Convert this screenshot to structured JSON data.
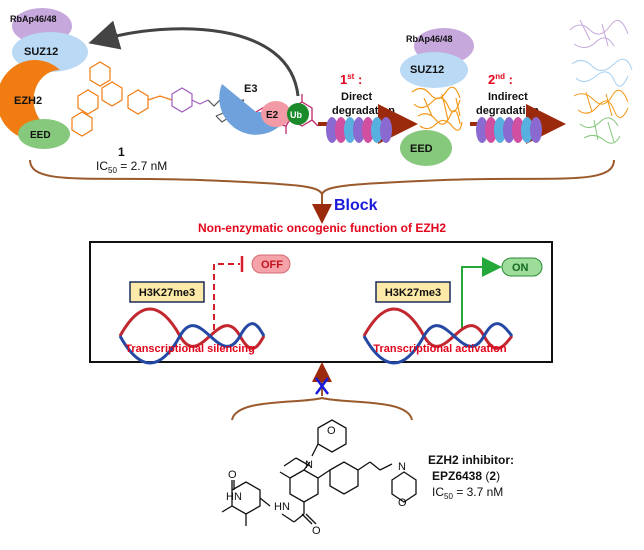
{
  "complex": {
    "rbap": "RbAp46/48",
    "suz12": "SUZ12",
    "ezh2": "EZH2",
    "eed": "EED",
    "e3": "E3",
    "e2": "E2",
    "ub": "Ub",
    "compound_number": "1",
    "ic50_prefix": "IC",
    "ic50_sub": "50",
    "ic50_value": " = 2.7 nM"
  },
  "steps": {
    "first_ord": "1",
    "first_sup": "st",
    "first_colon": " :",
    "first_l1": "Direct",
    "first_l2": "degradation",
    "second_ord": "2",
    "second_sup": "nd",
    "second_colon": " :",
    "second_l1": "Indirect",
    "second_l2": "degradation",
    "rbap2": "RbAp46/48",
    "suz12_2": "SUZ12",
    "eed2": "EED"
  },
  "block_label": "Block",
  "function_title": "Non-enzymatic oncogenic function of EZH2",
  "left_panel": {
    "mark": "H3K27me3",
    "state": "OFF",
    "caption": "Transcriptional silencing"
  },
  "right_panel": {
    "mark": "H3K27me3",
    "state": "ON",
    "caption": "Transcriptional activation"
  },
  "inhibitor": {
    "line1": "EZH2 inhibitor:",
    "name": "EPZ6438",
    "num_open": " (",
    "num": "2",
    "num_close": ")",
    "ic50_prefix": "IC",
    "ic50_sub": "50",
    "ic50_value": " = 3.7 nM",
    "atoms": {
      "n1": "N",
      "nh": "HN",
      "o1": "O",
      "o2": "O",
      "o3": "O",
      "n2": "N",
      "hn": "H",
      "nring": "N",
      "oring": "O"
    }
  },
  "colors": {
    "brown": "#9b5a2c",
    "red": "#e3051b",
    "blue_label": "#1a1adb",
    "ezh2": "#f07c12",
    "suz12": "#b9d9f5",
    "rbap": "#c6a8dc",
    "eed": "#86c87c",
    "e3": "#6fa2dc",
    "e2": "#f29aa6",
    "ub": "#1a8a2a",
    "off_fill": "#f5a3a8",
    "on_fill": "#9ddc99",
    "mark_fill": "#fde9a8"
  }
}
